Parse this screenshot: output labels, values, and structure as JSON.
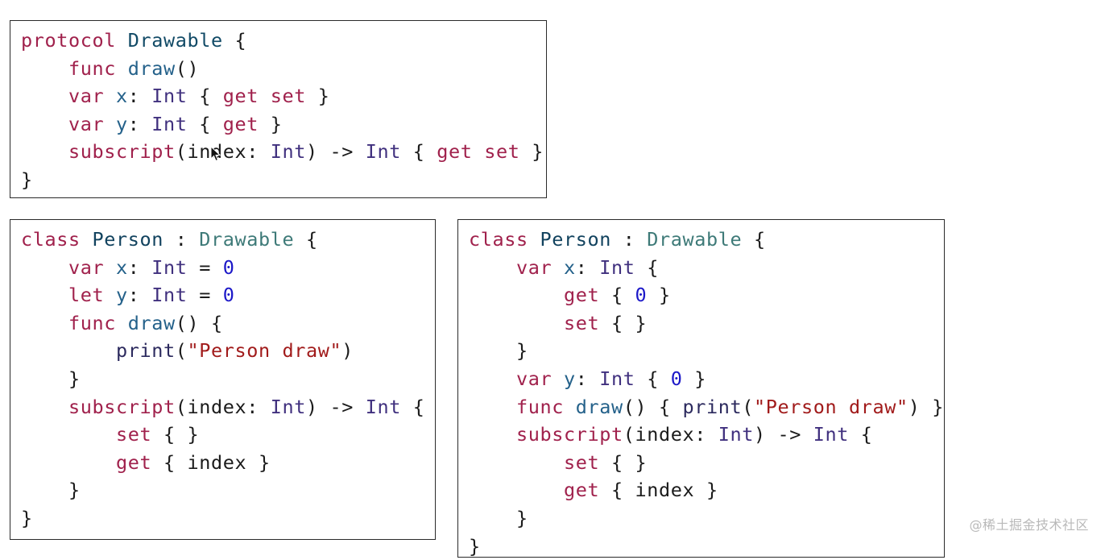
{
  "colors": {
    "keyword": "#a0214c",
    "type": "#40307e",
    "protocol_name": "#114a66",
    "inherited_protocol": "#3e7a78",
    "class_name": "#11425e",
    "function_name": "#24618a",
    "number": "#1c18c8",
    "string": "#a11b1b",
    "builtin": "#2c2a5e",
    "plain": "#1b1b1b",
    "border": "#2a2a2a",
    "watermark": "#b9b9b9"
  },
  "snippets": [
    {
      "id": "protocol-drawable",
      "lines": [
        [
          [
            "kw",
            "protocol"
          ],
          [
            "plain",
            " "
          ],
          [
            "proto",
            "Drawable"
          ],
          [
            "plain",
            " {"
          ]
        ],
        [
          [
            "plain",
            "    "
          ],
          [
            "kw",
            "func"
          ],
          [
            "plain",
            " "
          ],
          [
            "func",
            "draw"
          ],
          [
            "plain",
            "()"
          ]
        ],
        [
          [
            "plain",
            "    "
          ],
          [
            "kw",
            "var"
          ],
          [
            "plain",
            " "
          ],
          [
            "prop",
            "x"
          ],
          [
            "plain",
            ": "
          ],
          [
            "type",
            "Int"
          ],
          [
            "plain",
            " { "
          ],
          [
            "kw",
            "get"
          ],
          [
            "plain",
            " "
          ],
          [
            "kw",
            "set"
          ],
          [
            "plain",
            " }"
          ]
        ],
        [
          [
            "plain",
            "    "
          ],
          [
            "kw",
            "var"
          ],
          [
            "plain",
            " "
          ],
          [
            "prop",
            "y"
          ],
          [
            "plain",
            ": "
          ],
          [
            "type",
            "Int"
          ],
          [
            "plain",
            " { "
          ],
          [
            "kw",
            "get"
          ],
          [
            "plain",
            " }"
          ]
        ],
        [
          [
            "plain",
            "    "
          ],
          [
            "kw",
            "subscript"
          ],
          [
            "plain",
            "(index: "
          ],
          [
            "type",
            "Int"
          ],
          [
            "plain",
            ") -> "
          ],
          [
            "type",
            "Int"
          ],
          [
            "plain",
            " { "
          ],
          [
            "kw",
            "get"
          ],
          [
            "plain",
            " "
          ],
          [
            "kw",
            "set"
          ],
          [
            "plain",
            " }"
          ]
        ],
        [
          [
            "plain",
            "}"
          ]
        ]
      ]
    },
    {
      "id": "class-person-stored",
      "lines": [
        [
          [
            "kw",
            "class"
          ],
          [
            "plain",
            " "
          ],
          [
            "class",
            "Person"
          ],
          [
            "plain",
            " : "
          ],
          [
            "inh",
            "Drawable"
          ],
          [
            "plain",
            " {"
          ]
        ],
        [
          [
            "plain",
            "    "
          ],
          [
            "kw",
            "var"
          ],
          [
            "plain",
            " "
          ],
          [
            "prop",
            "x"
          ],
          [
            "plain",
            ": "
          ],
          [
            "type",
            "Int"
          ],
          [
            "plain",
            " = "
          ],
          [
            "num",
            "0"
          ]
        ],
        [
          [
            "plain",
            "    "
          ],
          [
            "kw",
            "let"
          ],
          [
            "plain",
            " "
          ],
          [
            "prop",
            "y"
          ],
          [
            "plain",
            ": "
          ],
          [
            "type",
            "Int"
          ],
          [
            "plain",
            " = "
          ],
          [
            "num",
            "0"
          ]
        ],
        [
          [
            "plain",
            "    "
          ],
          [
            "kw",
            "func"
          ],
          [
            "plain",
            " "
          ],
          [
            "func",
            "draw"
          ],
          [
            "plain",
            "() {"
          ]
        ],
        [
          [
            "plain",
            "        "
          ],
          [
            "builtin",
            "print"
          ],
          [
            "plain",
            "("
          ],
          [
            "str",
            "\"Person draw\""
          ],
          [
            "plain",
            ")"
          ]
        ],
        [
          [
            "plain",
            "    }"
          ]
        ],
        [
          [
            "plain",
            "    "
          ],
          [
            "kw",
            "subscript"
          ],
          [
            "plain",
            "(index: "
          ],
          [
            "type",
            "Int"
          ],
          [
            "plain",
            ") -> "
          ],
          [
            "type",
            "Int"
          ],
          [
            "plain",
            " {"
          ]
        ],
        [
          [
            "plain",
            "        "
          ],
          [
            "kw",
            "set"
          ],
          [
            "plain",
            " { }"
          ]
        ],
        [
          [
            "plain",
            "        "
          ],
          [
            "kw",
            "get"
          ],
          [
            "plain",
            " { index }"
          ]
        ],
        [
          [
            "plain",
            "    }"
          ]
        ],
        [
          [
            "plain",
            "}"
          ]
        ]
      ]
    },
    {
      "id": "class-person-computed",
      "lines": [
        [
          [
            "kw",
            "class"
          ],
          [
            "plain",
            " "
          ],
          [
            "class",
            "Person"
          ],
          [
            "plain",
            " : "
          ],
          [
            "inh",
            "Drawable"
          ],
          [
            "plain",
            " {"
          ]
        ],
        [
          [
            "plain",
            "    "
          ],
          [
            "kw",
            "var"
          ],
          [
            "plain",
            " "
          ],
          [
            "prop",
            "x"
          ],
          [
            "plain",
            ": "
          ],
          [
            "type",
            "Int"
          ],
          [
            "plain",
            " {"
          ]
        ],
        [
          [
            "plain",
            "        "
          ],
          [
            "kw",
            "get"
          ],
          [
            "plain",
            " { "
          ],
          [
            "num",
            "0"
          ],
          [
            "plain",
            " }"
          ]
        ],
        [
          [
            "plain",
            "        "
          ],
          [
            "kw",
            "set"
          ],
          [
            "plain",
            " { }"
          ]
        ],
        [
          [
            "plain",
            "    }"
          ]
        ],
        [
          [
            "plain",
            "    "
          ],
          [
            "kw",
            "var"
          ],
          [
            "plain",
            " "
          ],
          [
            "prop",
            "y"
          ],
          [
            "plain",
            ": "
          ],
          [
            "type",
            "Int"
          ],
          [
            "plain",
            " { "
          ],
          [
            "num",
            "0"
          ],
          [
            "plain",
            " }"
          ]
        ],
        [
          [
            "plain",
            "    "
          ],
          [
            "kw",
            "func"
          ],
          [
            "plain",
            " "
          ],
          [
            "func",
            "draw"
          ],
          [
            "plain",
            "() { "
          ],
          [
            "builtin",
            "print"
          ],
          [
            "plain",
            "("
          ],
          [
            "str",
            "\"Person draw\""
          ],
          [
            "plain",
            ") }"
          ]
        ],
        [
          [
            "plain",
            "    "
          ],
          [
            "kw",
            "subscript"
          ],
          [
            "plain",
            "(index: "
          ],
          [
            "type",
            "Int"
          ],
          [
            "plain",
            ") -> "
          ],
          [
            "type",
            "Int"
          ],
          [
            "plain",
            " {"
          ]
        ],
        [
          [
            "plain",
            "        "
          ],
          [
            "kw",
            "set"
          ],
          [
            "plain",
            " { }"
          ]
        ],
        [
          [
            "plain",
            "        "
          ],
          [
            "kw",
            "get"
          ],
          [
            "plain",
            " { index }"
          ]
        ],
        [
          [
            "plain",
            "    }"
          ]
        ],
        [
          [
            "plain",
            "}"
          ]
        ]
      ]
    }
  ],
  "watermark": {
    "text": "@稀土掘金技术社区"
  }
}
